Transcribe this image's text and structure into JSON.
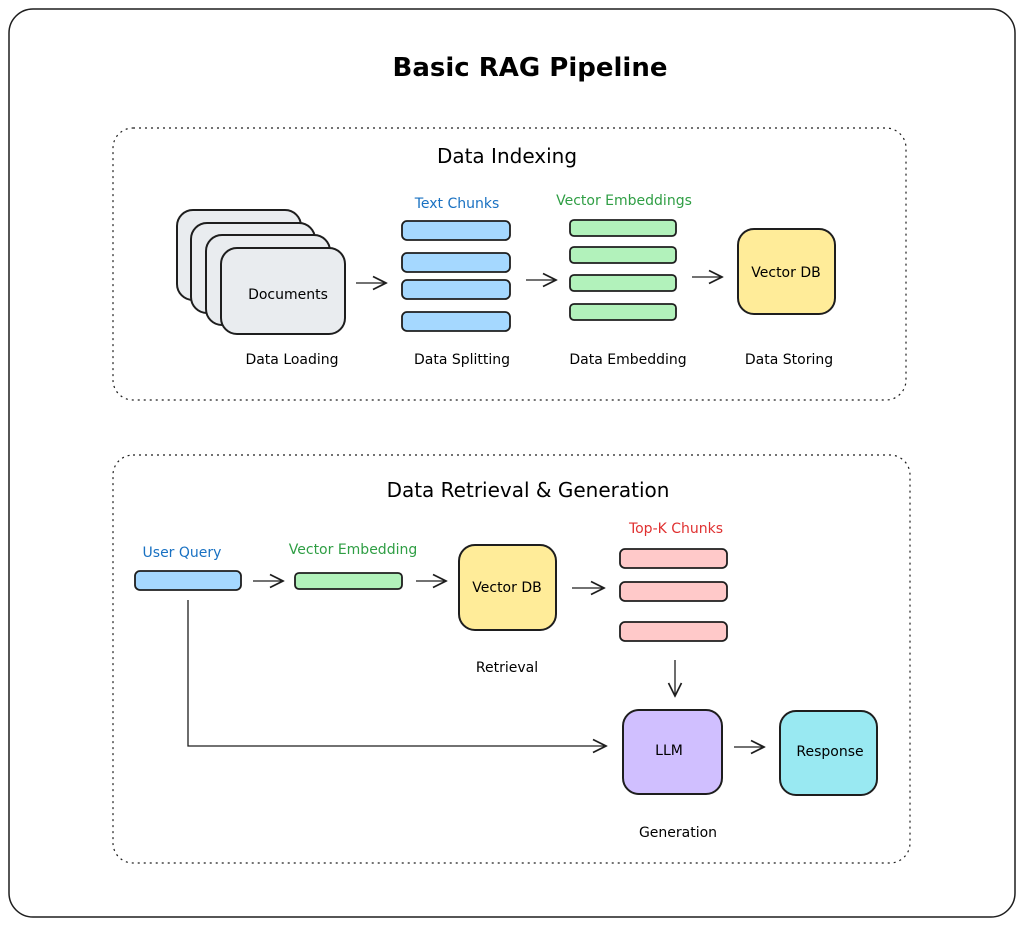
{
  "title": "Basic RAG Pipeline",
  "indexing": {
    "title": "Data Indexing",
    "documents_label": "Documents",
    "text_chunks_label": "Text Chunks",
    "vector_embeddings_label": "Vector Embeddings",
    "vector_db_label": "Vector DB",
    "steps": [
      "Data Loading",
      "Data Splitting",
      "Data Embedding",
      "Data Storing"
    ]
  },
  "retrieval": {
    "title": "Data Retrieval & Generation",
    "user_query_label": "User Query",
    "vector_embedding_label": "Vector Embedding",
    "vector_db_label": "Vector DB",
    "topk_label": "Top-K Chunks",
    "retrieval_caption": "Retrieval",
    "llm_label": "LLM",
    "response_label": "Response",
    "generation_caption": "Generation"
  },
  "colors": {
    "blue_fill": "#a5d8ff",
    "blue_text": "#1971c2",
    "green_fill": "#b2f2bb",
    "green_text": "#2f9e44",
    "red_fill": "#ffc9c9",
    "red_text": "#e03131",
    "yellow_fill": "#ffec99",
    "purple_fill": "#d0bfff",
    "cyan_fill": "#99e9f2",
    "gray_fill": "#e9ecef",
    "stroke": "#1e1e1e"
  }
}
